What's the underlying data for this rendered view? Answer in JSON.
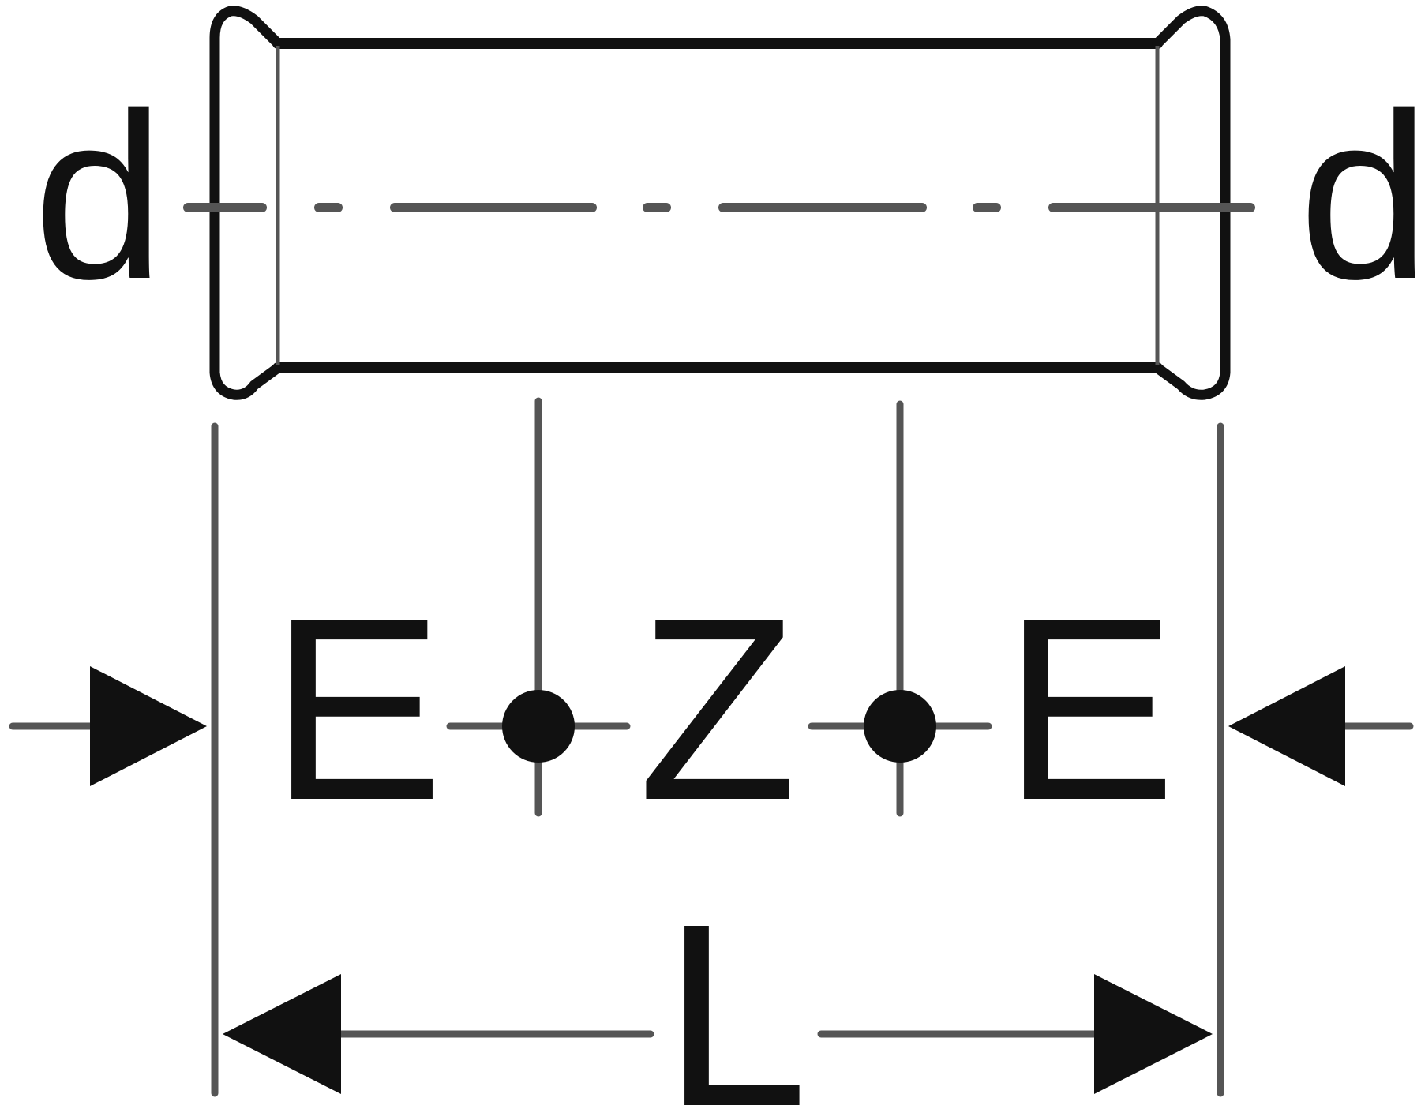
{
  "labels": {
    "d_left": "d",
    "d_right": "d",
    "e_left": "E",
    "z_middle": "Z",
    "e_right": "E",
    "l_bottom": "L"
  },
  "colors": {
    "outline": "#111111",
    "thin_line": "#555555",
    "background": "#ffffff"
  }
}
